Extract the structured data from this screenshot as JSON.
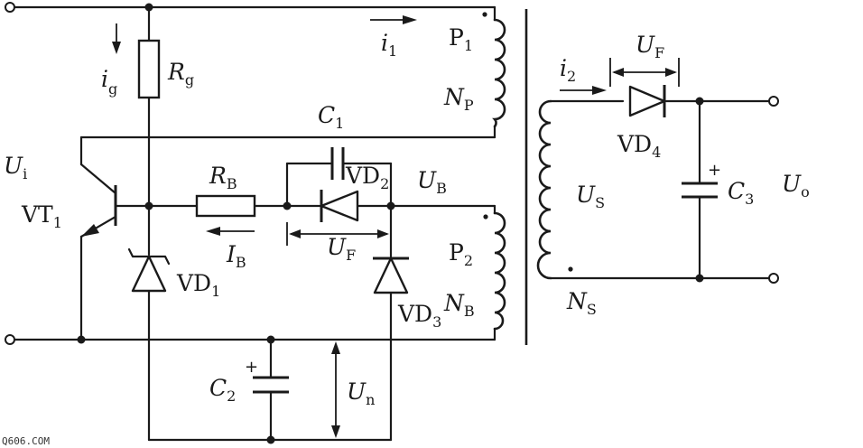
{
  "labels": {
    "ui": {
      "main": "U",
      "sub": "i"
    },
    "rg": {
      "main": "R",
      "sub": "g"
    },
    "ig": {
      "main": "i",
      "sub": "g"
    },
    "i1": {
      "main": "i",
      "sub": "1"
    },
    "p1": {
      "main": "P",
      "sub": "1"
    },
    "np": {
      "main": "N",
      "sub": "P"
    },
    "c1": {
      "main": "C",
      "sub": "1"
    },
    "vd2": {
      "main": "VD",
      "sub": "2"
    },
    "ub": {
      "main": "U",
      "sub": "B"
    },
    "rb": {
      "main": "R",
      "sub": "B"
    },
    "vt1": {
      "main": "VT",
      "sub": "1"
    },
    "ib": {
      "main": "I",
      "sub": "B"
    },
    "uf_mid": {
      "main": "U",
      "sub": "F"
    },
    "p2": {
      "main": "P",
      "sub": "2"
    },
    "nb": {
      "main": "N",
      "sub": "B"
    },
    "vd1": {
      "main": "VD",
      "sub": "1"
    },
    "vd3": {
      "main": "VD",
      "sub": "3"
    },
    "c2": {
      "main": "C",
      "sub": "2"
    },
    "un": {
      "main": "U",
      "sub": "n"
    },
    "i2": {
      "main": "i",
      "sub": "2"
    },
    "uf_top": {
      "main": "U",
      "sub": "F"
    },
    "vd4": {
      "main": "VD",
      "sub": "4"
    },
    "us": {
      "main": "U",
      "sub": "S"
    },
    "ns": {
      "main": "N",
      "sub": "S"
    },
    "c3": {
      "main": "C",
      "sub": "3"
    },
    "uo": {
      "main": "U",
      "sub": "o"
    }
  },
  "plus_sign": "+",
  "watermark": "Q606.COM"
}
